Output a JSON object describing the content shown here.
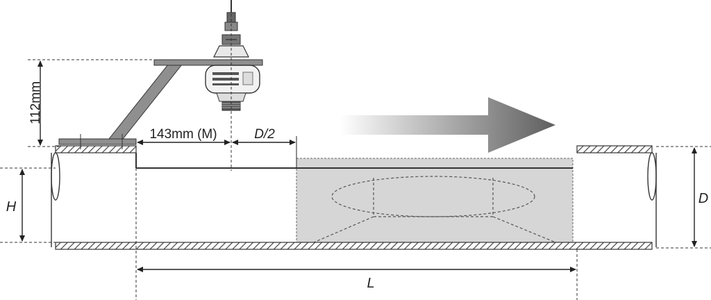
{
  "labels": {
    "sensor_height": "112mm",
    "offset_m": "143mm (M)",
    "half_diameter": "D/2",
    "water_level": "H",
    "diameter": "D",
    "length": "L"
  },
  "colors": {
    "line": "#333333",
    "sensor_body": "#f2f2f2",
    "sensor_dark": "#555555",
    "bracket": "#8f8f8f",
    "measurement_zone": "#d6d6d6",
    "flow_arrow": "#6a6a6a",
    "hatch": "#444444"
  },
  "icons": {
    "flow_direction": "right-arrow-gradient",
    "sensor": "ultrasonic-level-sensor"
  }
}
